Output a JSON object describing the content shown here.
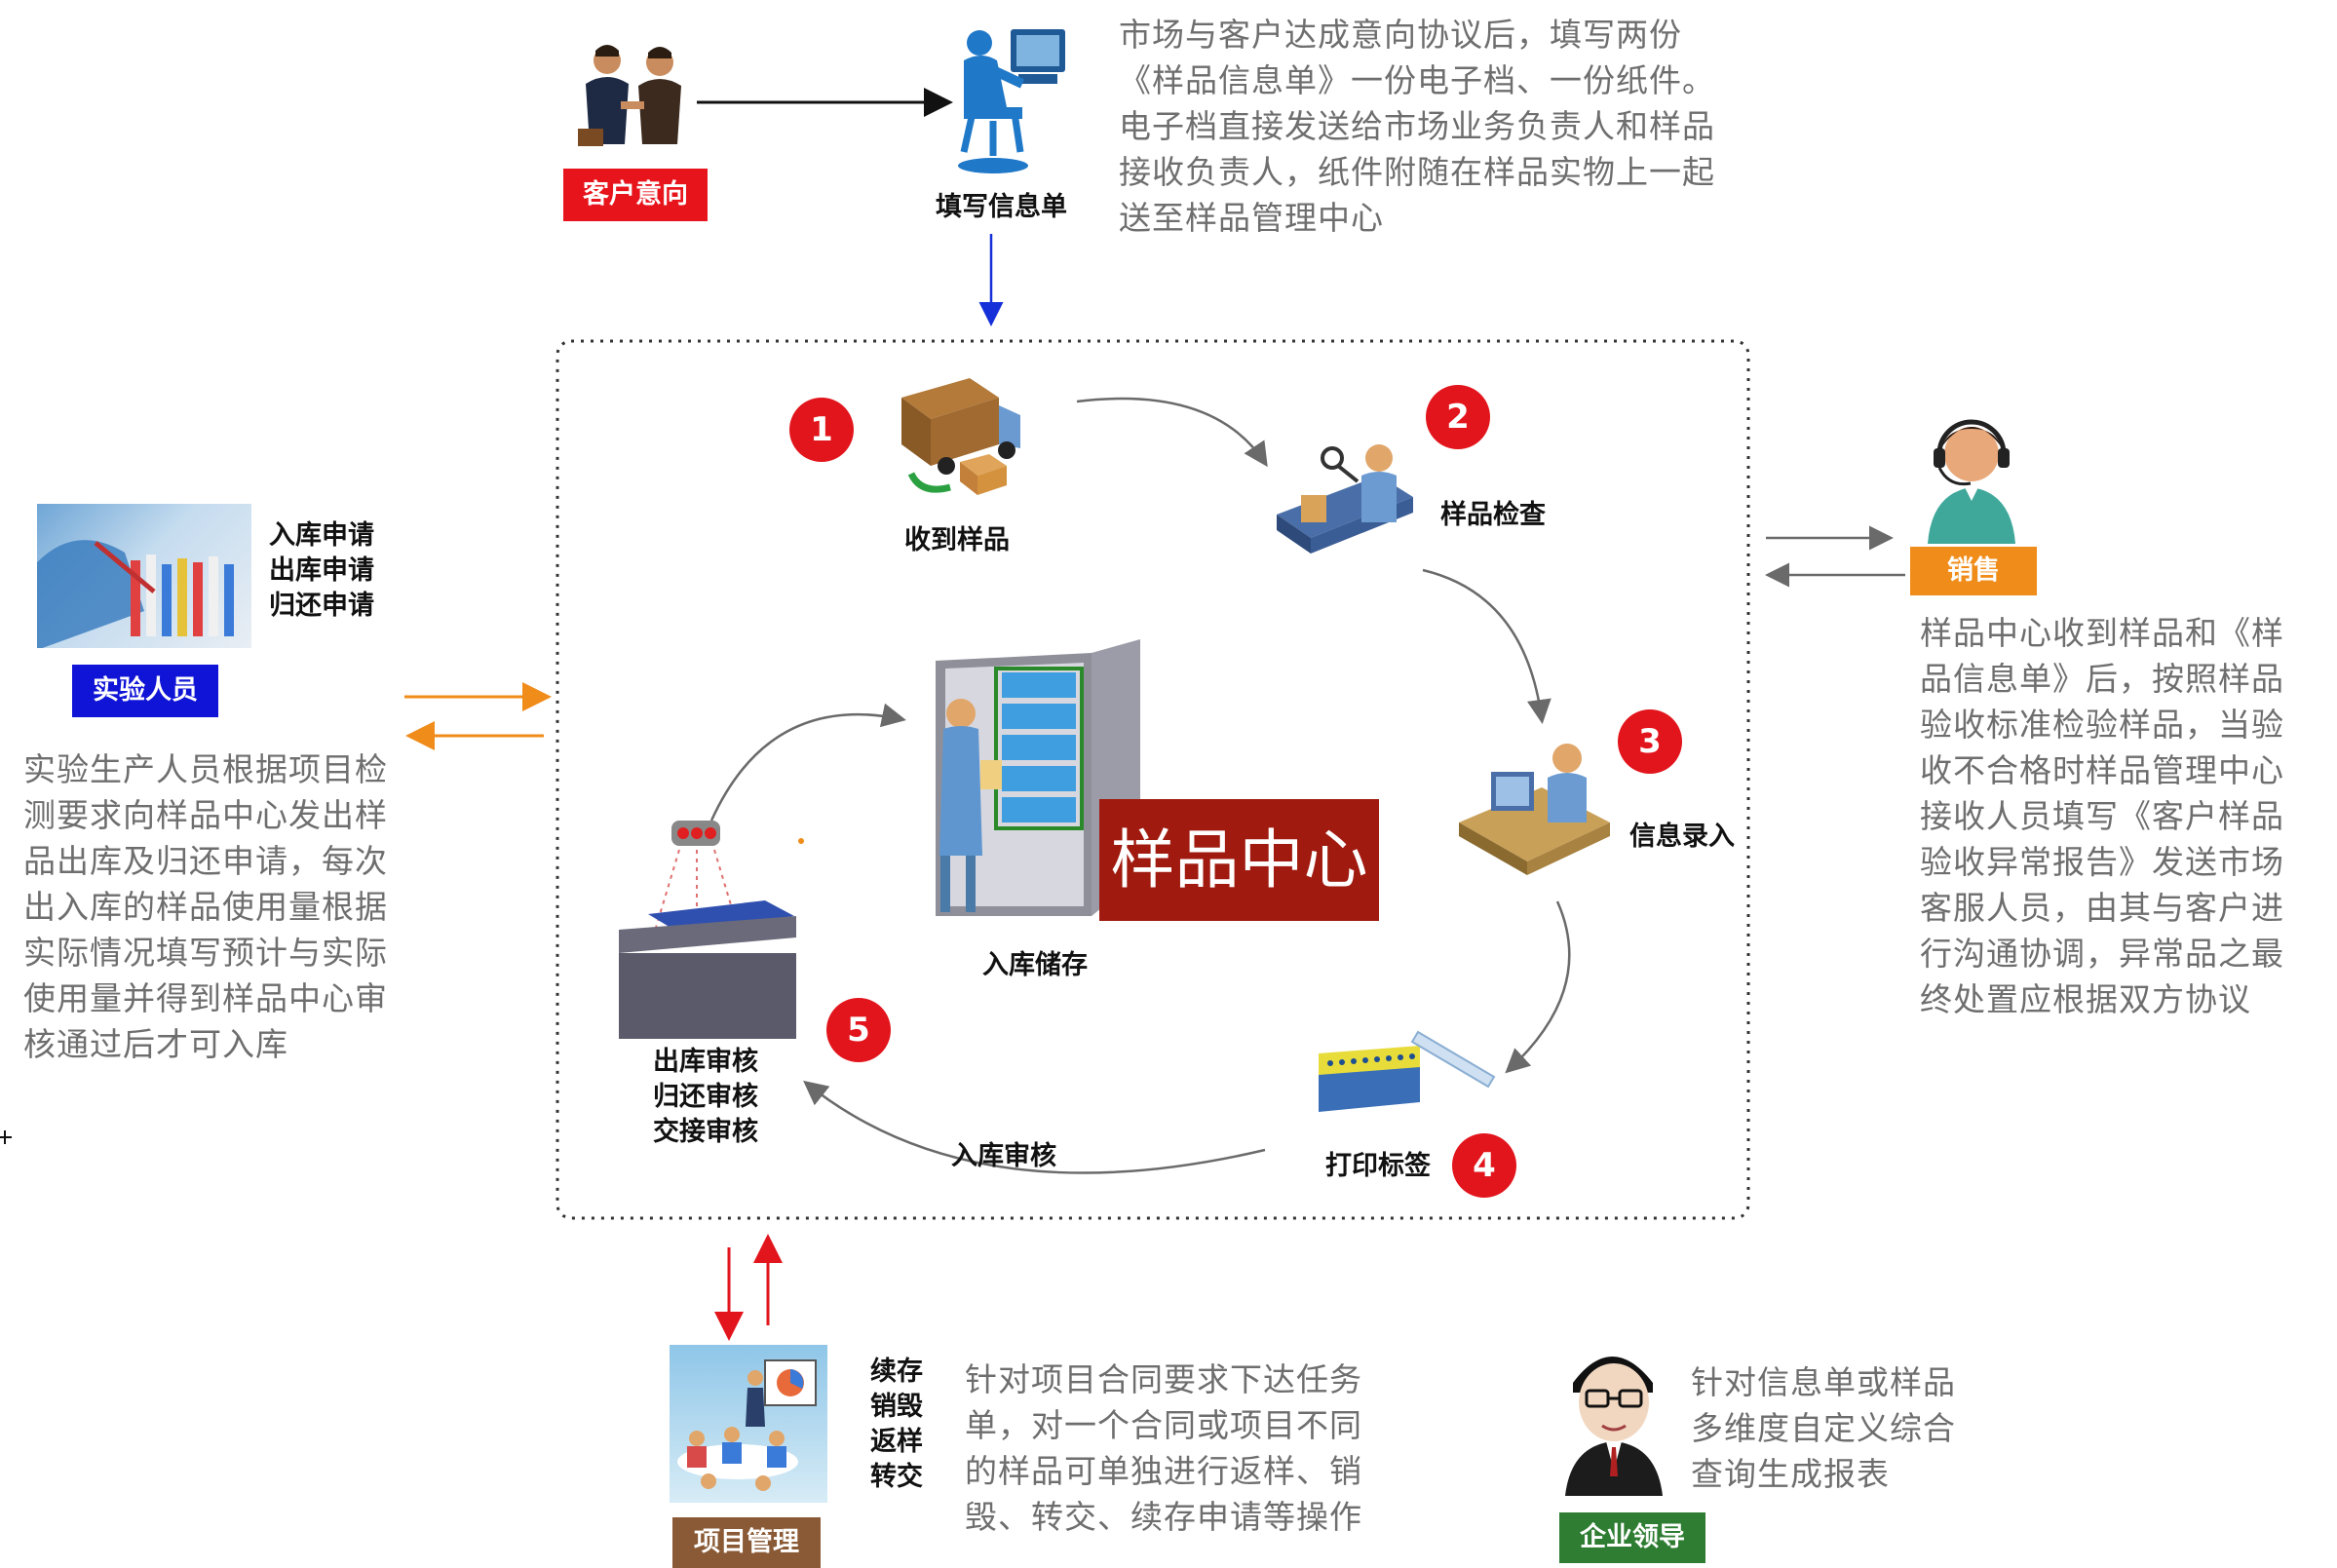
{
  "top": {
    "customer_intent_label": "客户意向",
    "fill_form_label": "填写信息单",
    "description_lines": [
      "市场与客户达成意向协议后，填写两份",
      "《样品信息单》一份电子档、一份纸件。",
      "电子档直接发送给市场业务负责人和样品",
      "接收负责人，纸件附随在样品实物上一起",
      "送至样品管理中心"
    ]
  },
  "left": {
    "requests": [
      "入库申请",
      "出库申请",
      "归还申请"
    ],
    "role_label": "实验人员",
    "description_lines": [
      "实验生产人员根据项目检",
      "测要求向样品中心发出样",
      "品出库及归还申请，每次",
      "出入库的样品使用量根据",
      "实际情况填写预计与实际",
      "使用量并得到样品中心审",
      "核通过后才可入库"
    ]
  },
  "right": {
    "role_label": "销售",
    "description_lines": [
      "样品中心收到样品和《样",
      "品信息单》后，按照样品",
      "验收标准检验样品，当验",
      "收不合格时样品管理中心",
      "接收人员填写《客户样品",
      "验收异常报告》发送市场",
      "客服人员，由其与客户进",
      "行沟通协调，异常品之最",
      "终处置应根据双方协议"
    ]
  },
  "center": {
    "title": "样品中心",
    "storage_label": "入库储存",
    "steps": [
      {
        "number": "1",
        "label": "收到样品"
      },
      {
        "number": "2",
        "label": "样品检查"
      },
      {
        "number": "3",
        "label": "信息录入"
      },
      {
        "number": "4",
        "label": "打印标签"
      },
      {
        "number": "5",
        "labels": [
          "出库审核",
          "归还审核",
          "交接审核"
        ]
      }
    ],
    "inbound_review_label": "入库审核"
  },
  "bottom_left": {
    "actions": [
      "续存",
      "销毁",
      "返样",
      "转交"
    ],
    "role_label": "项目管理",
    "description_lines": [
      "针对项目合同要求下达任务",
      "单，对一个合同或项目不同",
      "的样品可单独进行返样、销",
      "毁、转交、续存申请等操作"
    ]
  },
  "bottom_right": {
    "role_label": "企业领导",
    "description_lines": [
      "针对信息单或样品",
      "多维度自定义综合",
      "查询生成报表"
    ]
  },
  "colors": {
    "customer_tag": "#e8141c",
    "lab_tag": "#1014d6",
    "sales_tag": "#f08c1a",
    "project_tag": "#8a5a36",
    "leader_tag": "#2e7d32",
    "center_title_bg": "#a01a0f",
    "step_circle": "#e2151c",
    "orange_arrow": "#f08c1a",
    "red_arrow": "#e2151c",
    "blue_arrow": "#1530d8",
    "gray_arrow": "#7a7a7a"
  }
}
